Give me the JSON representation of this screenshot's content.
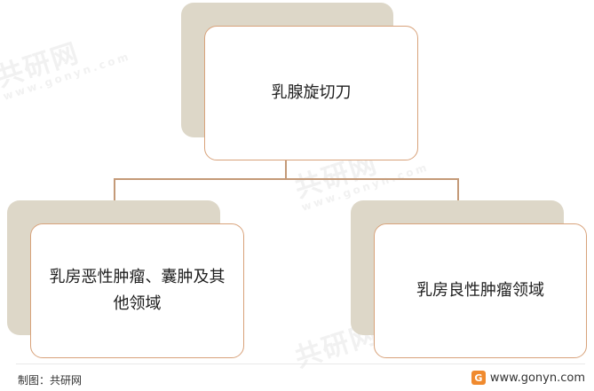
{
  "diagram": {
    "root": {
      "label": "乳腺旋切刀"
    },
    "children": [
      {
        "label": "乳房恶性肿瘤、囊肿及其他领域"
      },
      {
        "label": "乳房良性肿瘤领域"
      }
    ]
  },
  "footer": {
    "credit": "制图：共研网",
    "website": "www.gonyn.com",
    "logo_glyph": "G"
  },
  "watermark": {
    "brand": "共研网",
    "url": "www.gonyn.com"
  },
  "colors": {
    "shadow": "#ddd7c8",
    "border": "#d8a27a",
    "connector": "#c49a78",
    "logo": "#f08a2e"
  }
}
